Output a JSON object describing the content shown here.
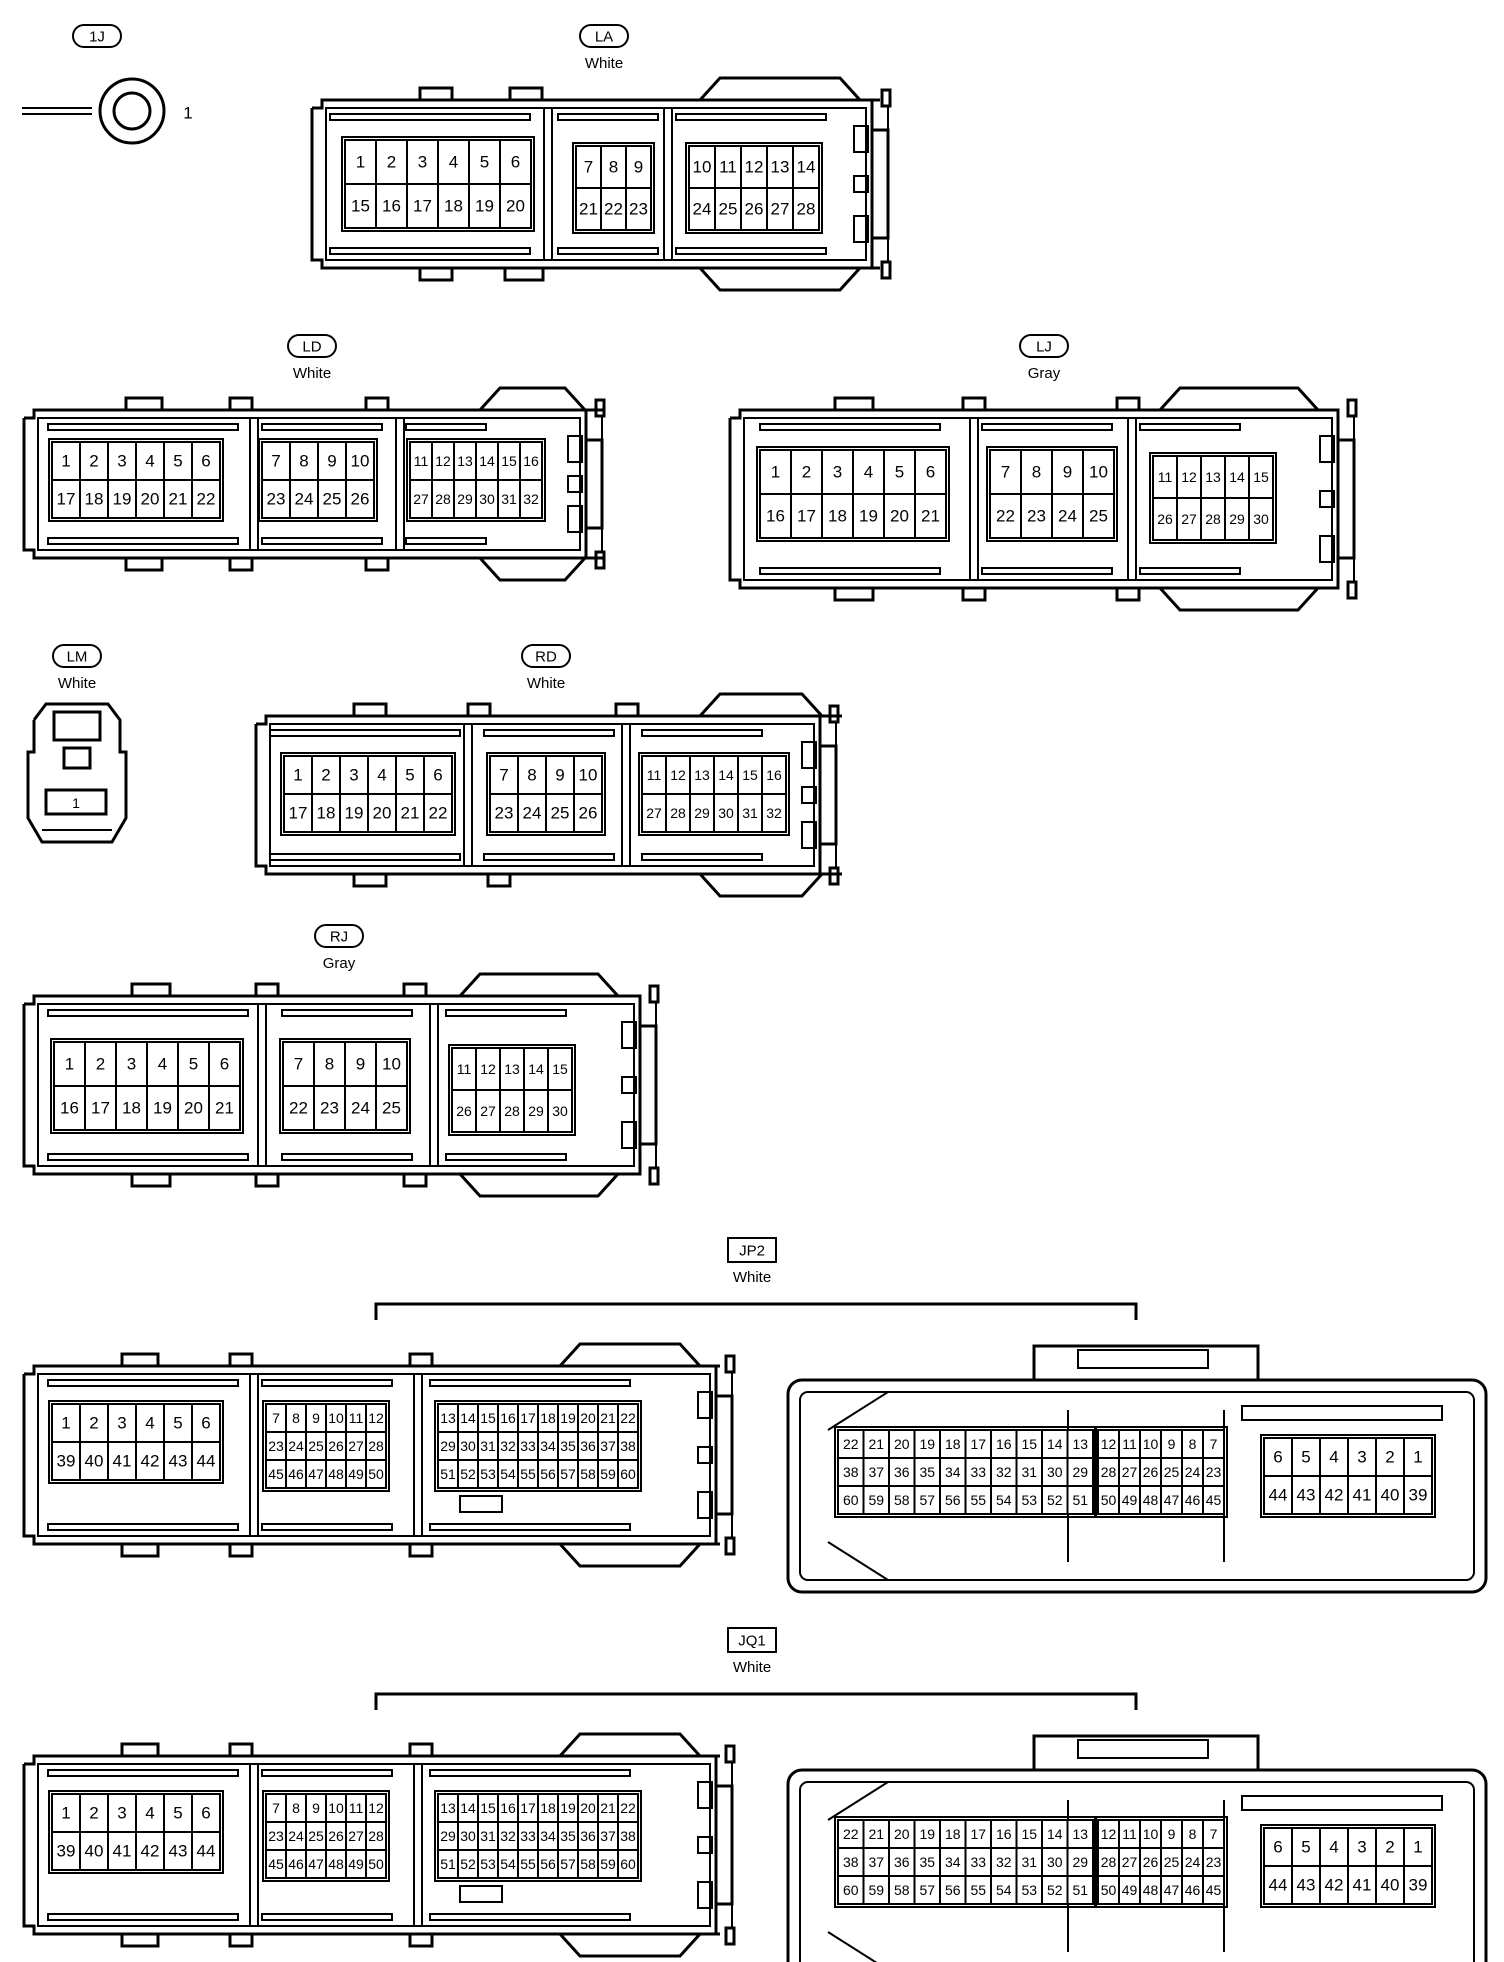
{
  "connectors": {
    "c1j": {
      "code": "1J",
      "pin": "1"
    },
    "la": {
      "code": "LA",
      "color": "White",
      "g1": [
        [
          "1",
          "2",
          "3",
          "4",
          "5",
          "6"
        ],
        [
          "15",
          "16",
          "17",
          "18",
          "19",
          "20"
        ]
      ],
      "g2": [
        [
          "7",
          "8",
          "9"
        ],
        [
          "21",
          "22",
          "23"
        ]
      ],
      "g3": [
        [
          "10",
          "11",
          "12",
          "13",
          "14"
        ],
        [
          "24",
          "25",
          "26",
          "27",
          "28"
        ]
      ]
    },
    "ld": {
      "code": "LD",
      "color": "White",
      "g1": [
        [
          "1",
          "2",
          "3",
          "4",
          "5",
          "6"
        ],
        [
          "17",
          "18",
          "19",
          "20",
          "21",
          "22"
        ]
      ],
      "g2": [
        [
          "7",
          "8",
          "9",
          "10"
        ],
        [
          "23",
          "24",
          "25",
          "26"
        ]
      ],
      "g3": [
        [
          "11",
          "12",
          "13",
          "14",
          "15",
          "16"
        ],
        [
          "27",
          "28",
          "29",
          "30",
          "31",
          "32"
        ]
      ]
    },
    "lj": {
      "code": "LJ",
      "color": "Gray",
      "g1": [
        [
          "1",
          "2",
          "3",
          "4",
          "5",
          "6"
        ],
        [
          "16",
          "17",
          "18",
          "19",
          "20",
          "21"
        ]
      ],
      "g2": [
        [
          "7",
          "8",
          "9",
          "10"
        ],
        [
          "22",
          "23",
          "24",
          "25"
        ]
      ],
      "g3": [
        [
          "11",
          "12",
          "13",
          "14",
          "15"
        ],
        [
          "26",
          "27",
          "28",
          "29",
          "30"
        ]
      ]
    },
    "lm": {
      "code": "LM",
      "color": "White",
      "pin": "1"
    },
    "rd": {
      "code": "RD",
      "color": "White",
      "g1": [
        [
          "1",
          "2",
          "3",
          "4",
          "5",
          "6"
        ],
        [
          "17",
          "18",
          "19",
          "20",
          "21",
          "22"
        ]
      ],
      "g2": [
        [
          "7",
          "8",
          "9",
          "10"
        ],
        [
          "23",
          "24",
          "25",
          "26"
        ]
      ],
      "g3": [
        [
          "11",
          "12",
          "13",
          "14",
          "15",
          "16"
        ],
        [
          "27",
          "28",
          "29",
          "30",
          "31",
          "32"
        ]
      ]
    },
    "rj": {
      "code": "RJ",
      "color": "Gray",
      "g1": [
        [
          "1",
          "2",
          "3",
          "4",
          "5",
          "6"
        ],
        [
          "16",
          "17",
          "18",
          "19",
          "20",
          "21"
        ]
      ],
      "g2": [
        [
          "7",
          "8",
          "9",
          "10"
        ],
        [
          "22",
          "23",
          "24",
          "25"
        ]
      ],
      "g3": [
        [
          "11",
          "12",
          "13",
          "14",
          "15"
        ],
        [
          "26",
          "27",
          "28",
          "29",
          "30"
        ]
      ]
    },
    "jp2": {
      "code": "JP2",
      "color": "White",
      "lg1": [
        [
          "1",
          "2",
          "3",
          "4",
          "5",
          "6"
        ],
        [
          "39",
          "40",
          "41",
          "42",
          "43",
          "44"
        ]
      ],
      "lg2": [
        [
          "7",
          "8",
          "9",
          "10",
          "11",
          "12"
        ],
        [
          "23",
          "24",
          "25",
          "26",
          "27",
          "28"
        ],
        [
          "45",
          "46",
          "47",
          "48",
          "49",
          "50"
        ]
      ],
      "lg3": [
        [
          "13",
          "14",
          "15",
          "16",
          "17",
          "18",
          "19",
          "20",
          "21",
          "22"
        ],
        [
          "29",
          "30",
          "31",
          "32",
          "33",
          "34",
          "35",
          "36",
          "37",
          "38"
        ],
        [
          "51",
          "52",
          "53",
          "54",
          "55",
          "56",
          "57",
          "58",
          "59",
          "60"
        ]
      ],
      "rg1": [
        [
          "22",
          "21",
          "20",
          "19",
          "18",
          "17",
          "16",
          "15",
          "14",
          "13"
        ],
        [
          "38",
          "37",
          "36",
          "35",
          "34",
          "33",
          "32",
          "31",
          "30",
          "29"
        ],
        [
          "60",
          "59",
          "58",
          "57",
          "56",
          "55",
          "54",
          "53",
          "52",
          "51"
        ]
      ],
      "rg2": [
        [
          "12",
          "11",
          "10",
          "9",
          "8",
          "7"
        ],
        [
          "28",
          "27",
          "26",
          "25",
          "24",
          "23"
        ],
        [
          "50",
          "49",
          "48",
          "47",
          "46",
          "45"
        ]
      ],
      "rg3": [
        [
          "6",
          "5",
          "4",
          "3",
          "2",
          "1"
        ],
        [
          "44",
          "43",
          "42",
          "41",
          "40",
          "39"
        ]
      ]
    },
    "jq1": {
      "code": "JQ1",
      "color": "White",
      "lg1": [
        [
          "1",
          "2",
          "3",
          "4",
          "5",
          "6"
        ],
        [
          "39",
          "40",
          "41",
          "42",
          "43",
          "44"
        ]
      ],
      "lg2": [
        [
          "7",
          "8",
          "9",
          "10",
          "11",
          "12"
        ],
        [
          "23",
          "24",
          "25",
          "26",
          "27",
          "28"
        ],
        [
          "45",
          "46",
          "47",
          "48",
          "49",
          "50"
        ]
      ],
      "lg3": [
        [
          "13",
          "14",
          "15",
          "16",
          "17",
          "18",
          "19",
          "20",
          "21",
          "22"
        ],
        [
          "29",
          "30",
          "31",
          "32",
          "33",
          "34",
          "35",
          "36",
          "37",
          "38"
        ],
        [
          "51",
          "52",
          "53",
          "54",
          "55",
          "56",
          "57",
          "58",
          "59",
          "60"
        ]
      ],
      "rg1": [
        [
          "22",
          "21",
          "20",
          "19",
          "18",
          "17",
          "16",
          "15",
          "14",
          "13"
        ],
        [
          "38",
          "37",
          "36",
          "35",
          "34",
          "33",
          "32",
          "31",
          "30",
          "29"
        ],
        [
          "60",
          "59",
          "58",
          "57",
          "56",
          "55",
          "54",
          "53",
          "52",
          "51"
        ]
      ],
      "rg2": [
        [
          "12",
          "11",
          "10",
          "9",
          "8",
          "7"
        ],
        [
          "28",
          "27",
          "26",
          "25",
          "24",
          "23"
        ],
        [
          "50",
          "49",
          "48",
          "47",
          "46",
          "45"
        ]
      ],
      "rg3": [
        [
          "6",
          "5",
          "4",
          "3",
          "2",
          "1"
        ],
        [
          "44",
          "43",
          "42",
          "41",
          "40",
          "39"
        ]
      ]
    }
  }
}
